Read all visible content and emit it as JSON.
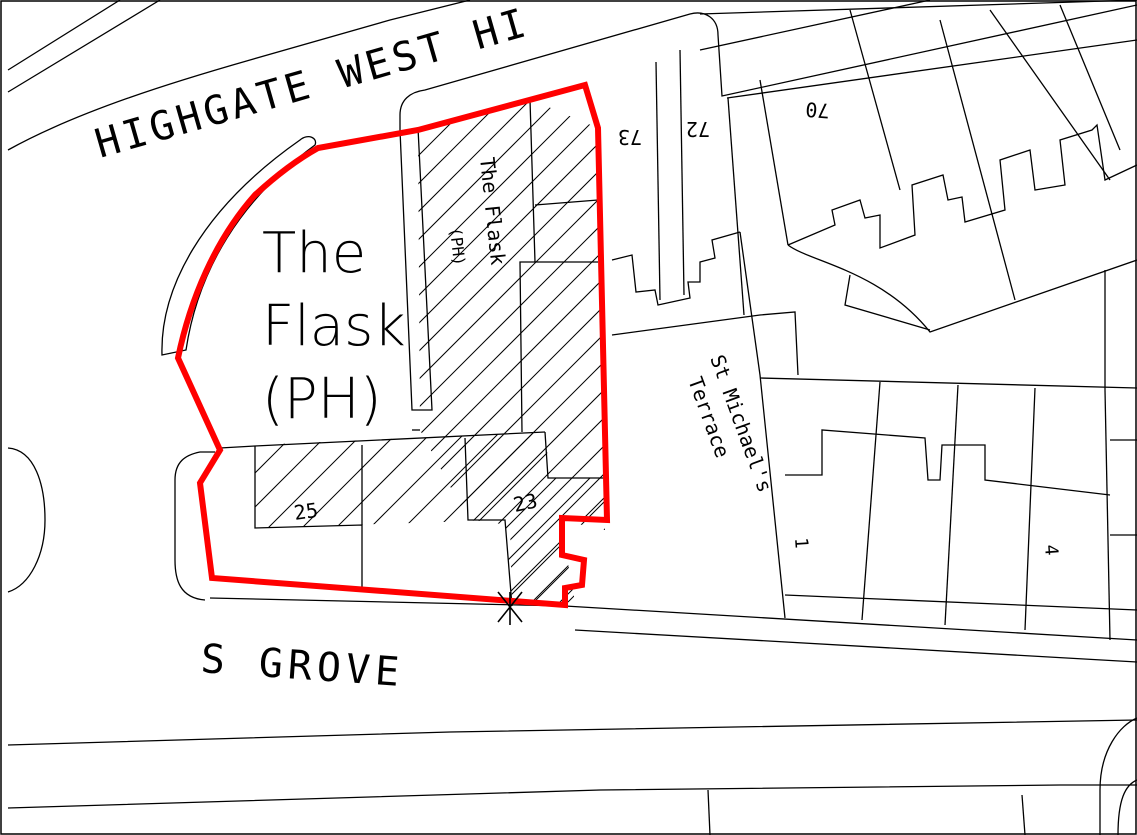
{
  "map": {
    "roads": {
      "highgate_west_hill": "HIGHGATE WEST HI",
      "south_grove": "S GROVE"
    },
    "pub": {
      "line1": "The",
      "line2": "Flask",
      "line3": "(PH)"
    },
    "hatched_building_label": {
      "line1": "The Flask",
      "line2": "(PH)"
    },
    "terrace": {
      "line1": "St Michael's",
      "line2": "Terrace"
    },
    "house_numbers": {
      "n70": "70",
      "n72": "72",
      "n73": "73",
      "n25": "25",
      "n23": "23",
      "n1": "1",
      "n4": "4"
    },
    "colors": {
      "site_boundary": "#ff0000",
      "linework": "#000000",
      "background": "#ffffff"
    }
  }
}
